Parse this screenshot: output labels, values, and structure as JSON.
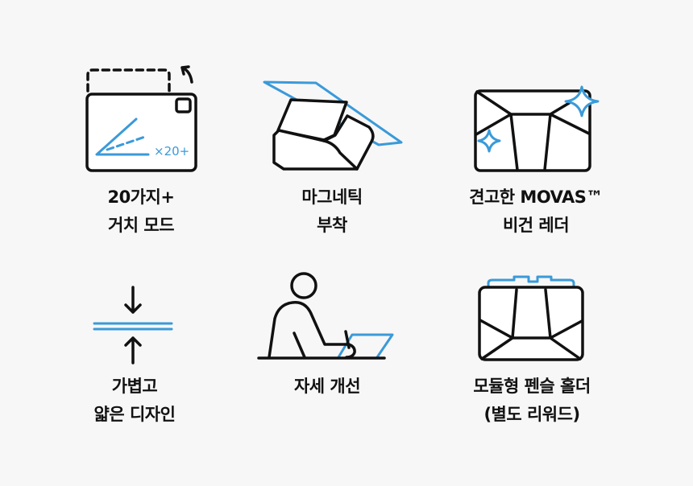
{
  "colors": {
    "accent": "#3a9ad9",
    "ink": "#111111",
    "background": "#f7f7f7"
  },
  "features": [
    {
      "icon": "tablet-angle-icon",
      "line1": "20가지+",
      "line2": "거치 모드",
      "icon_text": "×20+"
    },
    {
      "icon": "magnetic-attach-icon",
      "line1": "마그네틱",
      "line2": "부착"
    },
    {
      "icon": "vegan-leather-icon",
      "line1": "견고한 MOVAS™",
      "line2": "비건 레더"
    },
    {
      "icon": "thin-light-icon",
      "line1": "가볍고",
      "line2": "얇은 디자인"
    },
    {
      "icon": "posture-icon",
      "line1": "자세 개선",
      "line2": ""
    },
    {
      "icon": "pen-holder-icon",
      "line1": "모듈형 펜슬 홀더",
      "line2": "(별도 리워드)"
    }
  ]
}
